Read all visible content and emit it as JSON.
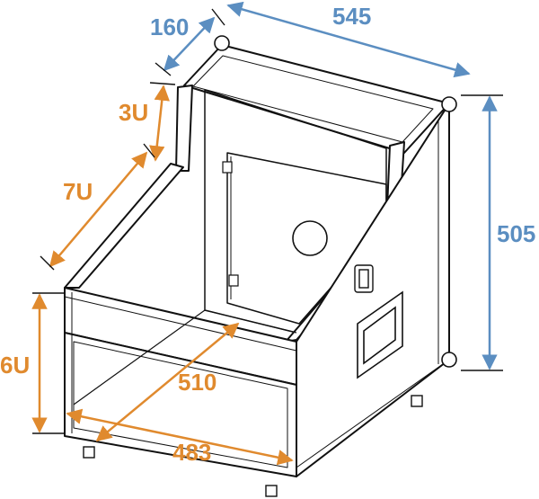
{
  "colors": {
    "blue_dimension": "#5b8ec1",
    "orange_dimension": "#e08a2e",
    "outline": "#111111"
  },
  "dimensions": {
    "depth": "160",
    "width": "545",
    "height": "505",
    "upper_slope_u": "3U",
    "slanted_rack_u": "7U",
    "bottom_rack_u": "6U",
    "rack_depth": "510",
    "rack_width": "483"
  }
}
